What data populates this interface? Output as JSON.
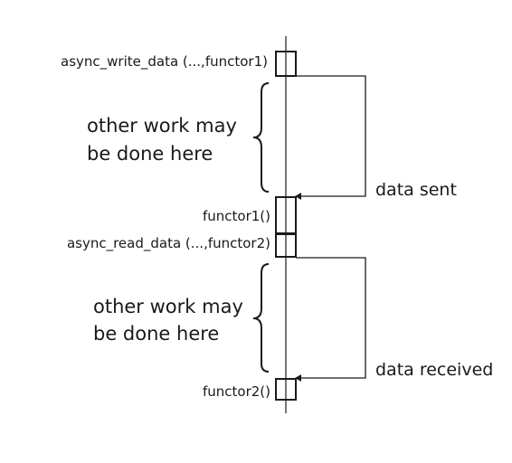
{
  "diagram": {
    "calls": {
      "write": "async_write_data (...,functor1)",
      "functor1": "functor1()",
      "read": "async_read_data (...,functor2)",
      "functor2": "functor2()"
    },
    "notes": {
      "first": [
        "other work may",
        "be done here"
      ],
      "second": [
        "other work may",
        "be done here"
      ]
    },
    "responses": {
      "sent": "data sent",
      "received": "data received"
    }
  }
}
